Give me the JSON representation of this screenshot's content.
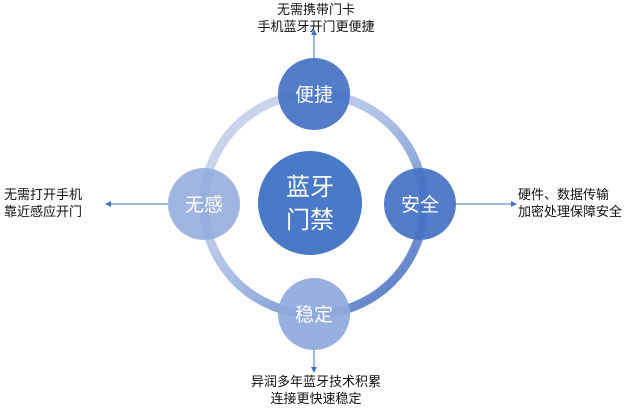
{
  "center": {
    "line1": "蓝牙",
    "line2": "门禁"
  },
  "nodes": {
    "top": {
      "label": "便捷",
      "color": "#4472C4"
    },
    "right": {
      "label": "安全",
      "color": "#4472C4"
    },
    "bottom": {
      "label": "稳定",
      "color": "#8FA9DC"
    },
    "left": {
      "label": "无感",
      "color": "#8FA9DC"
    }
  },
  "notes": {
    "top": {
      "line1": "无需携带门卡",
      "line2": "手机蓝牙开门更便捷"
    },
    "right": {
      "line1": "硬件、数据传输",
      "line2": "加密处理保障安全"
    },
    "bottom": {
      "line1": "异润多年蓝牙技术积累",
      "line2": "连接更快速稳定"
    },
    "left": {
      "line1": "无需打开手机",
      "line2": "靠近感应开门"
    }
  },
  "colors": {
    "accent": "#4472C4",
    "ring_light": "#C9D4EC",
    "center": "#4A79C8"
  }
}
